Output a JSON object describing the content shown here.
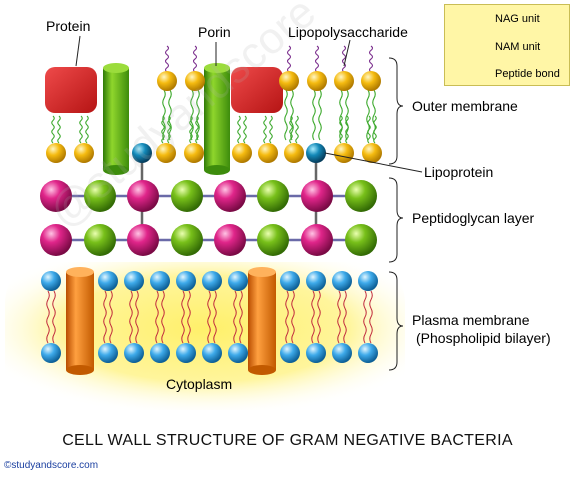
{
  "diagram": {
    "title": "CELL WALL STRUCTURE OF GRAM NEGATIVE BACTERIA",
    "credit": "©studyandscore.com",
    "watermark": "@studyandscore",
    "labels": {
      "protein": "Protein",
      "porin": "Porin",
      "lipopolysaccharide": "Lipopolysaccharide",
      "outer_membrane": "Outer membrane",
      "lipoprotein": "Lipoprotein",
      "peptidoglycan": "Peptidoglycan layer",
      "plasma_membrane": "Plasma membrane",
      "phospholipid": "(Phospholipid bilayer)",
      "cytoplasm": "Cytoplasm"
    },
    "legend": {
      "nag": "NAG unit",
      "nam": "NAM unit",
      "peptide": "Peptide bond"
    },
    "colors": {
      "nag": "#d8187c",
      "nam": "#72b814",
      "lipid_head": "#f2b600",
      "phospho_head": "#39a8ea",
      "lipoprotein": "#0f87b5",
      "protein": "#d42828",
      "porin": "#4aa012",
      "channel": "#ef7d14",
      "peptide_bond": "#555555",
      "cytoplasm": "#fff37a"
    }
  }
}
